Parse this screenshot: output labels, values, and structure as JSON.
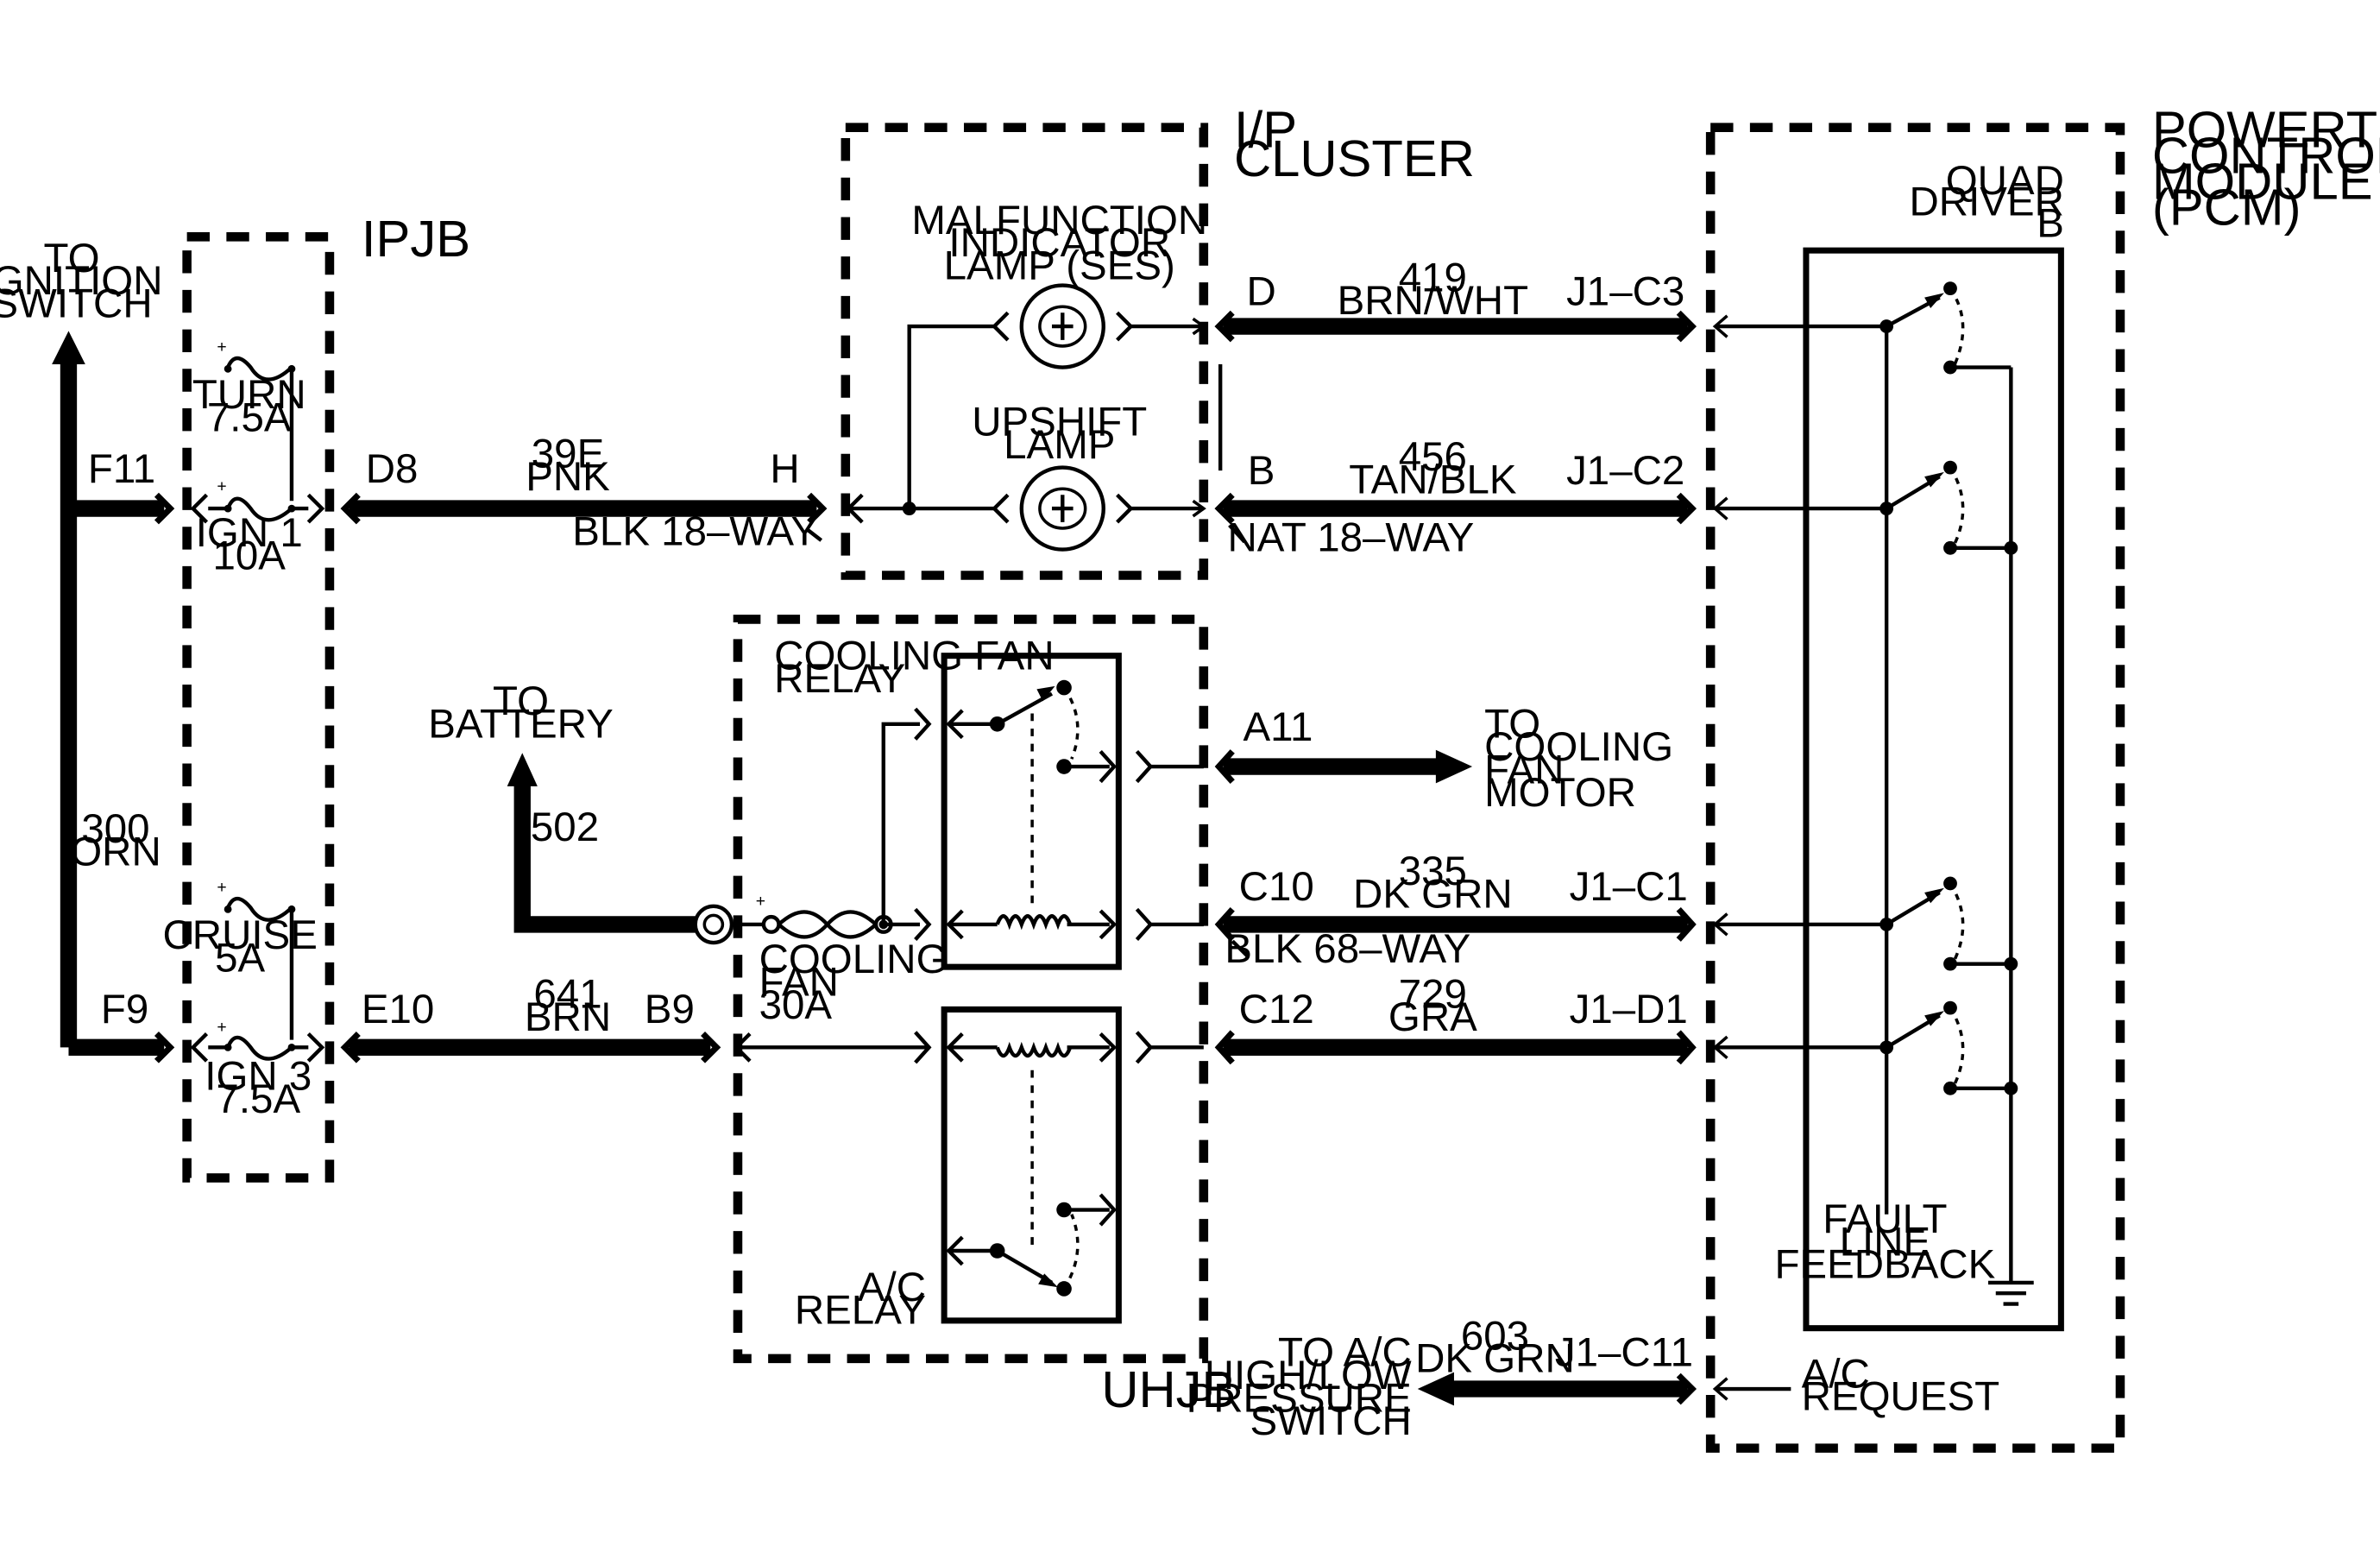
{
  "labels": {
    "to_ignition_switch": [
      "TO",
      "IGNITION",
      "SWITCH"
    ],
    "f11": "F11",
    "f9": "F9",
    "wire_300": [
      "300",
      "ORN"
    ],
    "ipjb": "IPJB",
    "fuse_turn": [
      "TURN",
      "7.5A"
    ],
    "fuse_ign1": [
      "IGN 1",
      "10A"
    ],
    "fuse_cruise": [
      "CRUISE",
      "5A"
    ],
    "fuse_ign3": [
      "IGN 3",
      "7.5A"
    ],
    "plus": "+",
    "d8": "D8",
    "wire_39e": [
      "39E",
      "PNK"
    ],
    "h": "H",
    "blk18": "BLK  18–WAY",
    "e10": "E10",
    "wire_641": [
      "641",
      "BRN"
    ],
    "b9": "B9",
    "to_battery": [
      "TO",
      "BATTERY"
    ],
    "w502": "502",
    "ip_cluster": [
      "I/P",
      "CLUSTER"
    ],
    "mil_lamp": [
      "MALFUNCTION",
      "INDICATOR",
      "LAMP (SES)"
    ],
    "upshift_lamp": [
      "UPSHIFT",
      "LAMP"
    ],
    "pin_d": "D",
    "wire_419": [
      "419",
      "BRN/WHT"
    ],
    "j1c3": "J1–C3",
    "pin_b": "B",
    "wire_456": [
      "456",
      "TAN/BLK"
    ],
    "j1c2": "J1–C2",
    "nat18": "NAT  18–WAY",
    "cooling_fan_relay": [
      "COOLING FAN",
      "RELAY"
    ],
    "cooling_fan_fuse": [
      "COOLING",
      "FAN",
      "30A"
    ],
    "ac_relay": [
      "A/C",
      "RELAY"
    ],
    "uhjb": "UHJB",
    "a11": "A11",
    "to_cooling_fan_motor": [
      "TO",
      "COOLING",
      "FAN",
      "MOTOR"
    ],
    "c10": "C10",
    "wire_335": [
      "335",
      "DK GRN"
    ],
    "j1c1": "J1–C1",
    "blk68": "BLK  68–WAY",
    "c12": "C12",
    "wire_729": [
      "729",
      "GRA"
    ],
    "j1d1": "J1–D1",
    "to_ac_switch": [
      "TO A/C",
      "HIGH/LOW",
      "PRESSURE",
      "SWITCH"
    ],
    "wire_603": [
      "603",
      "DK GRN"
    ],
    "j1c11": "J1–C11",
    "ac_request": [
      "A/C",
      "REQUEST"
    ],
    "pcm": [
      "POWERTRAIN",
      "CONTROL",
      "MODULE",
      "(PCM)"
    ],
    "quad_driver": [
      "QUAD",
      "DRIVER",
      "B"
    ],
    "fault_feedback": [
      "FAULT",
      "LINE",
      "FEEDBACK"
    ]
  }
}
